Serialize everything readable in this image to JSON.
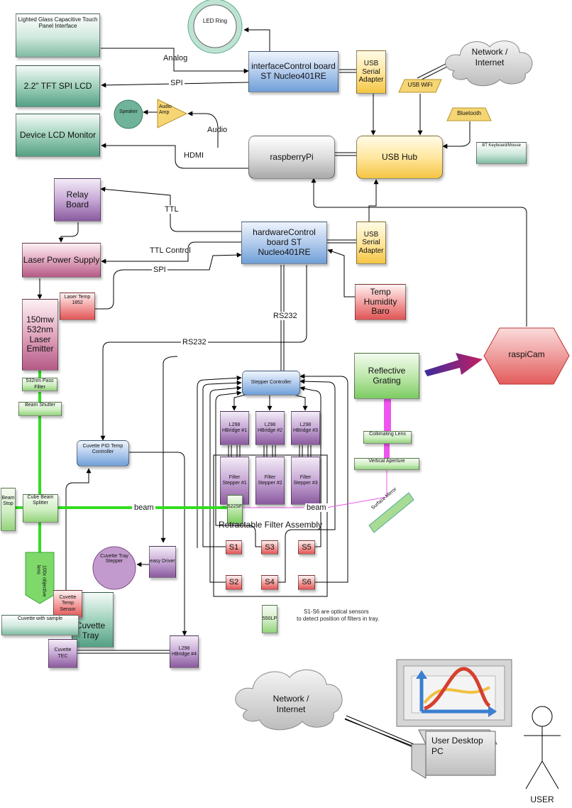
{
  "nodes": {
    "touch_panel": "Lighted Glass Capacitive Touch Panel Interface",
    "led_ring": "LED Ring",
    "tft_lcd": "2.2\" TFT SPI LCD",
    "speaker": "Speaker",
    "audio_amp": "Audio Amp",
    "device_lcd": "Device LCD Monitor",
    "interface_control": "interfaceControl board ST Nucleo401RE",
    "usb_serial_top": "USB Serial Adapter",
    "usb_wifi": "USB WiFi",
    "network_top": "Network / Internet",
    "bluetooth": "Bluetooth",
    "bt_keyboard": "BT Keyboard/Mouse",
    "raspberry_pi": "raspberryPi",
    "usb_hub": "USB Hub",
    "relay_board": "Relay Board",
    "laser_power": "Laser Power Supply",
    "hardware_control": "hardwareControl board ST Nucleo401RE",
    "usb_serial_mid": "USB Serial Adapter",
    "laser_temp": "Laser Temp 1852",
    "laser_emitter": "150mw 532nm Laser Emitter",
    "temp_humidity": "Temp Humidity Baro",
    "raspicam": "raspiCam",
    "pass_filter": "532nm Pass Filter",
    "beam_shutter": "Beam Shutter",
    "stepper_controller": "Stepper Controller",
    "reflective_grating": "Reflective Grating",
    "hbridge1": "L298 HBridge #1",
    "hbridge2": "L298 HBridge #2",
    "hbridge3": "L298 HBridge #3",
    "collimating_lens": "Collimating Lens",
    "cuvette_pid": "Cuvette PID Temp Controller",
    "vertical_aperture": "Vertical Aperture",
    "filter1": "Filter Stepper #1",
    "filter2": "Filter Stepper #2",
    "filter3": "Filter Stepper #3",
    "beam_stop": "Beam Stop",
    "cube_splitter": "Cube Beam Splitter",
    "filter_522": "522SF",
    "surface_mirror": "Surface Mirror",
    "retractable_assembly": "Retractable Filter Assembly",
    "s1": "S1",
    "s2": "S2",
    "s3": "S3",
    "s4": "S4",
    "s5": "S5",
    "s6": "S6",
    "objective_lens": "100x objective lens",
    "cuvette_tray_stepper": "Cuvette Tray Stepper",
    "easy_driver": "easy Driver",
    "cuvette_temp_sensor": "Cuvette Temp Sensor",
    "cuvette_tray": "Cuvette Tray",
    "filter_550": "550LP",
    "cuvette_sample": "Cuvette with sample",
    "cuvette_tec": "Cuvette TEC",
    "hbridge4": "L298 HBridge #4",
    "network_bottom": "Network / Internet",
    "user_pc": "User Desktop PC",
    "user": "USER"
  },
  "edge_labels": {
    "analog": "Analog",
    "spi_top": "SPI",
    "audio": "Audio",
    "hdmi": "HDMI",
    "ttl": "TTL",
    "ttl_control": "TTL Control",
    "spi_mid": "SPI",
    "rs232_a": "RS232",
    "rs232_b": "RS232",
    "beam_left": "beam",
    "beam_right": "beam"
  },
  "notes": {
    "sensor_line1": "S1-S6 are optical sensors",
    "sensor_line2": "to detect position of filters in tray."
  },
  "colors": {
    "teal": "#5aa88b",
    "blue": "#6f9fd8",
    "yellow": "#f5c542",
    "purple": "#8a5a9e",
    "pink": "#b45a86",
    "red": "#e05555",
    "green": "#7ccc62",
    "beam_green": "#33dd22",
    "beam_magenta": "#ee55ee"
  }
}
